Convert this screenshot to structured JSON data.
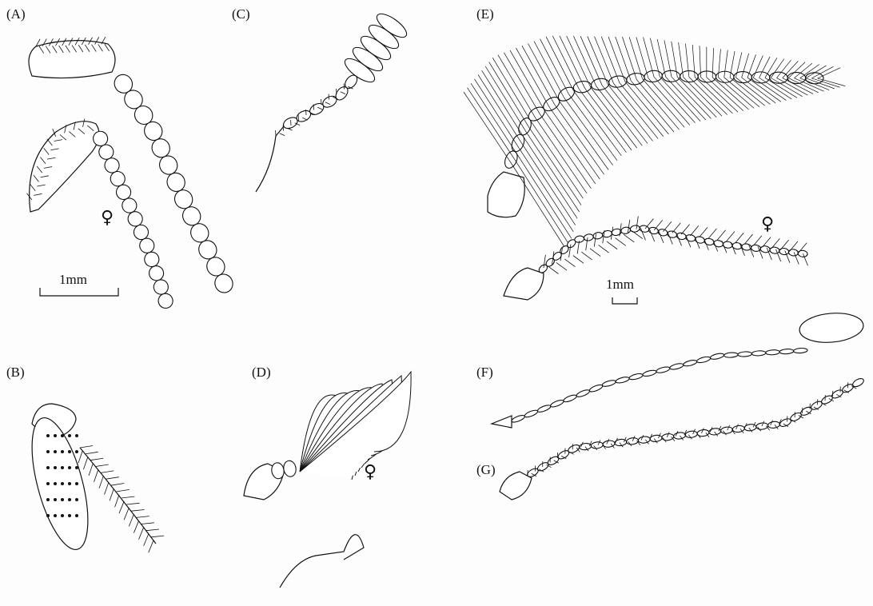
{
  "panels": {
    "a": {
      "label": "(A)",
      "female_symbol": "♀",
      "scale_label": "1mm"
    },
    "b": {
      "label": "(B)"
    },
    "c": {
      "label": "(C)"
    },
    "d": {
      "label": "(D)",
      "female_symbol": "♀"
    },
    "e": {
      "label": "(E)",
      "female_symbol": "♀",
      "scale_label": "1mm"
    },
    "f": {
      "label": "(F)"
    },
    "g": {
      "label": "(G)"
    }
  },
  "colors": {
    "ink": "#111111",
    "paper": "#fdfdfd"
  }
}
